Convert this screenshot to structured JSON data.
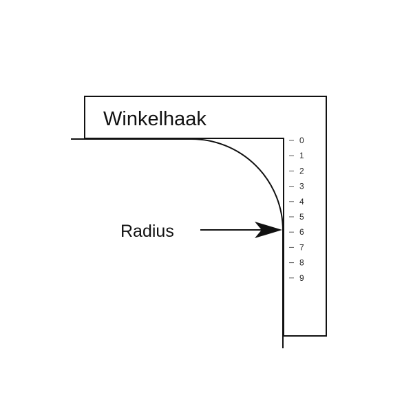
{
  "diagram": {
    "tool_label": "Winkelhaak",
    "radius_label": "Radius",
    "scale_labels": [
      "0",
      "1",
      "2",
      "3",
      "4",
      "5",
      "6",
      "7",
      "8",
      "9"
    ],
    "colors": {
      "line": "#111111",
      "background": "#ffffff"
    }
  }
}
